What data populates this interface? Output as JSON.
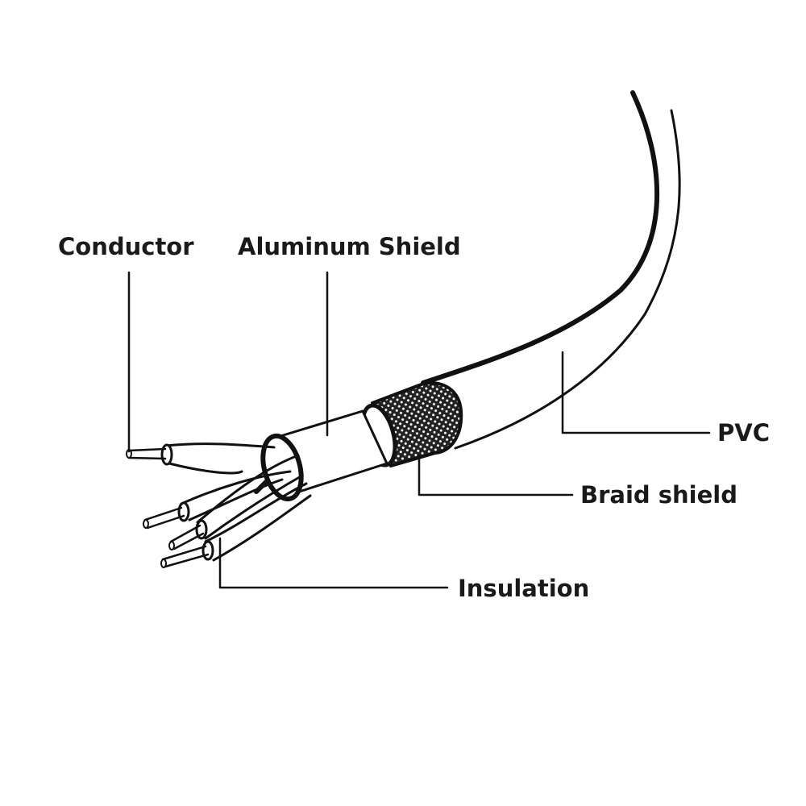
{
  "diagram": {
    "subject": "cable-cross-section",
    "labels": {
      "conductor": "Conductor",
      "aluminum_shield": "Aluminum Shield",
      "pvc": "PVC",
      "braid_shield": "Braid shield",
      "insulation": "Insulation"
    },
    "colors": {
      "ink": "#111111",
      "background": "#ffffff"
    }
  }
}
